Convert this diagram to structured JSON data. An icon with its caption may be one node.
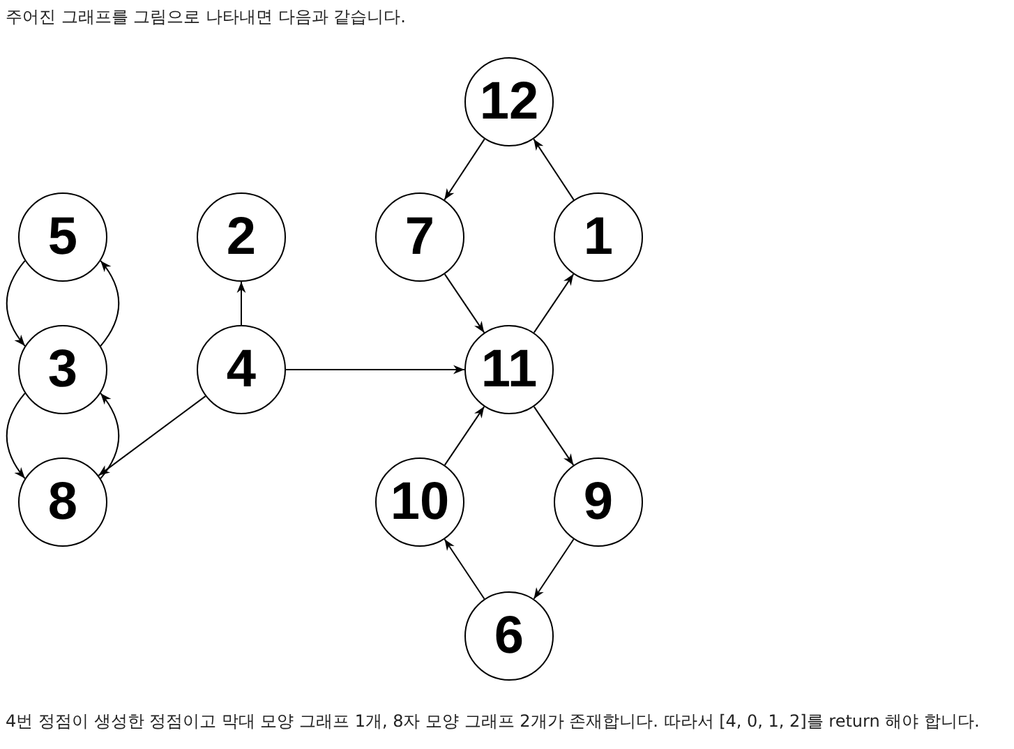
{
  "diagram": {
    "title": "주어진 그래프를 그림으로 나타내면 다음과 같습니다.",
    "caption": "4번 정점이 생성한 정점이고 막대 모양 그래프 1개, 8자 모양 그래프 2개가 존재합니다. 따라서 [4, 0, 1, 2]를 return 해야 합니다.",
    "nodes": [
      {
        "text": [
          "12"
        ]
      },
      {
        "text": [
          "5"
        ]
      },
      {
        "text": [
          "2"
        ]
      },
      {
        "text": [
          "7"
        ]
      },
      {
        "text": [
          "1"
        ]
      },
      {
        "text": [
          "3"
        ]
      },
      {
        "text": [
          "4"
        ]
      },
      {
        "text": [
          "11"
        ]
      },
      {
        "text": [
          "8"
        ]
      },
      {
        "text": [
          "10"
        ]
      },
      {
        "text": [
          "9"
        ]
      },
      {
        "text": [
          "6"
        ]
      }
    ],
    "edges": [
      {
        "from": 0,
        "to": 3,
        "arrow": "to"
      },
      {
        "from": 4,
        "to": 0,
        "arrow": "to"
      },
      {
        "from": 3,
        "to": 7,
        "arrow": "to"
      },
      {
        "from": 7,
        "to": 4,
        "arrow": "to"
      },
      {
        "from": 6,
        "to": 7,
        "arrow": "to"
      },
      {
        "from": 6,
        "to": 2,
        "arrow": "to"
      },
      {
        "from": 6,
        "to": 8,
        "arrow": "to"
      },
      {
        "from": 7,
        "to": 10,
        "arrow": "to"
      },
      {
        "from": 10,
        "to": 11,
        "arrow": "to"
      },
      {
        "from": 11,
        "to": 9,
        "arrow": "to"
      },
      {
        "from": 9,
        "to": 7,
        "arrow": "to"
      },
      {
        "from": 1,
        "to": 5,
        "arrow": "to"
      },
      {
        "from": 5,
        "to": 1,
        "arrow": "to"
      },
      {
        "from": 8,
        "to": 5,
        "arrow": "to"
      },
      {
        "from": 5,
        "to": 8,
        "arrow": "to"
      }
    ]
  }
}
